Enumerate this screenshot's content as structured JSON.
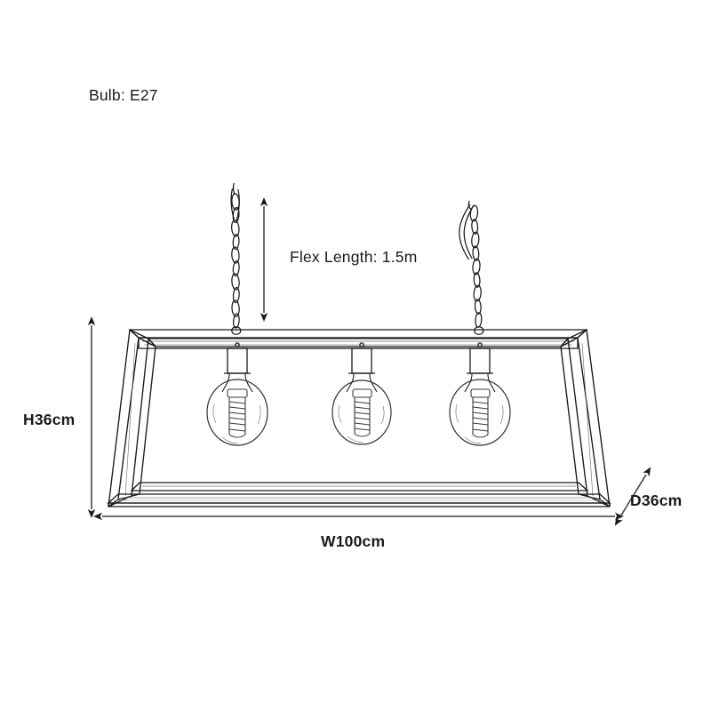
{
  "drawing": {
    "title": "Pendant light technical dimension drawing",
    "background_color": "#ffffff",
    "line_color": "#1a1a1a",
    "text_color": "#1a1a1a"
  },
  "annotations": {
    "bulb": {
      "label": "Bulb: E27",
      "name": "bulb-type-label"
    },
    "flex": {
      "label": "Flex Length: 1.5m",
      "name": "flex-length-label"
    },
    "height": {
      "label": "H36cm",
      "name": "height-dimension-label"
    },
    "width": {
      "label": "W100cm",
      "name": "width-dimension-label"
    },
    "depth": {
      "label": "D36cm",
      "name": "depth-dimension-label"
    }
  },
  "product": {
    "fixture_type": "rectangular-cage-pendant",
    "bulb_count": 3,
    "bulb_style": "globe-filament",
    "suspension": "chain-and-flex",
    "dimensions": {
      "width_cm": 100,
      "height_cm": 36,
      "depth_cm": 36,
      "flex_length_m": 1.5,
      "bulb_base": "E27"
    }
  },
  "icons": {
    "arrow_double_vertical": "dimension-arrow-vertical",
    "arrow_double_horizontal": "dimension-arrow-horizontal",
    "arrow_double_diagonal": "dimension-arrow-diagonal"
  }
}
